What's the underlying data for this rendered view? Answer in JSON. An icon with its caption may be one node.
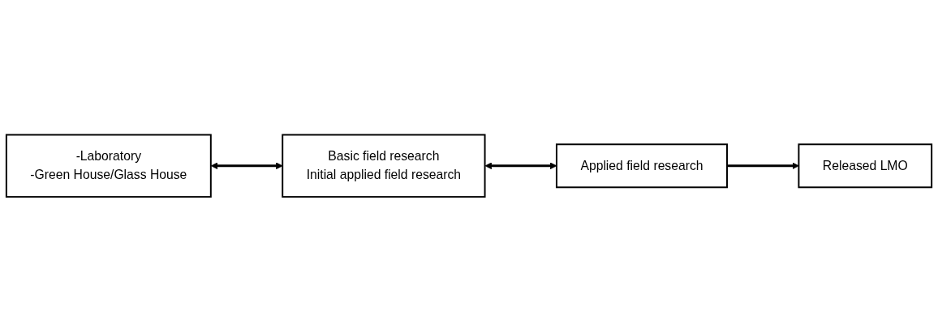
{
  "diagram": {
    "nodes": [
      {
        "text": [
          "-Laboratory",
          "-Green House/Glass House"
        ]
      },
      {
        "text": [
          "Basic field research",
          "Initial applied field research"
        ]
      },
      {
        "text": [
          "Applied field research"
        ]
      },
      {
        "text": [
          "Released LMO"
        ]
      }
    ],
    "edges": [
      {
        "from": 0,
        "to": 1,
        "arrow": "both"
      },
      {
        "from": 1,
        "to": 2,
        "arrow": "both"
      },
      {
        "from": 2,
        "to": 3,
        "arrow": "to"
      }
    ]
  }
}
